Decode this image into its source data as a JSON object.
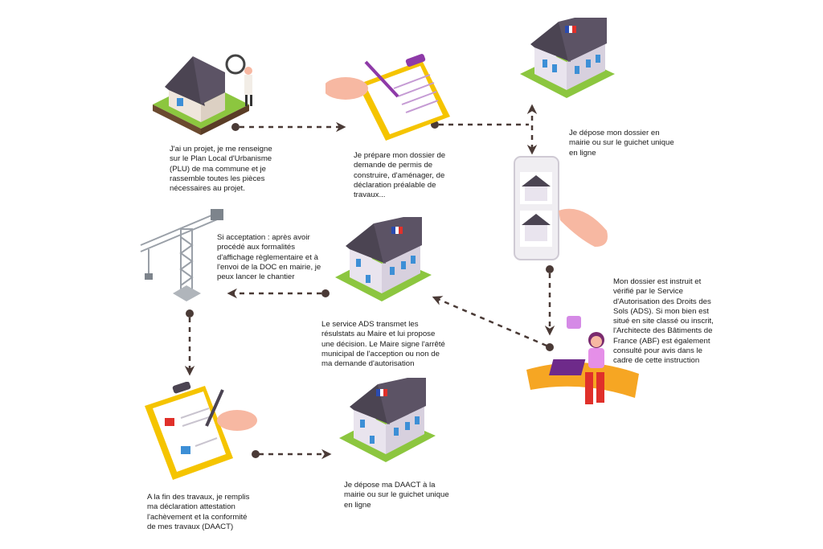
{
  "steps": [
    {
      "id": "step-1",
      "text": "J'ai un projet, je me renseigne\nsur le Plan Local d'Urbanisme\n(PLU) de ma commune et je\nrassemble toutes les pièces\nnécessaires au projet."
    },
    {
      "id": "step-2",
      "text": "Je prépare mon dossier de\ndemande de permis de\nconstruire, d'aménager, de\ndéclaration préalable de\ntravaux..."
    },
    {
      "id": "step-3",
      "text": "Je dépose mon dossier en\nmairie ou sur le guichet unique\nen ligne"
    },
    {
      "id": "step-4",
      "text": "Mon dossier est instruit et\nvérifié par le Service\nd'Autorisation des Droits des\nSols (ADS). Si mon bien est\nsitué en site classé ou inscrit,\nl'Architecte des Bâtiments de\nFrance (ABF) est également\nconsulté pour avis dans le\ncadre de cette instruction"
    },
    {
      "id": "step-5",
      "text": "Le service ADS transmet les\nrésulstats au Maire et lui propose\nune décision. Le Maire signe l'arrêté\nmunicipal de l'acception ou non de\nma demande d'autorisation"
    },
    {
      "id": "step-6",
      "text": " Si acceptation : après avoir\nprocédé aux formalités\nd'affichage règlementaire et à\nl'envoi de la DOC en mairie, je\npeux lancer le chantier"
    },
    {
      "id": "step-7",
      "text": "A la fin des travaux, je remplis\nma déclaration attestation\nl'achèvement et la conformité\nde mes travaux (DAACT)"
    },
    {
      "id": "step-8",
      "text": "Je dépose ma DAACT à la\nmairie ou sur le guichet unique\nen ligne"
    }
  ],
  "colors": {
    "arrow": "#4a3a36",
    "grass": "#8cc63f",
    "roof": "#4b4452",
    "wall": "#e9e4ee",
    "window": "#3d8fd6",
    "clipboard": "#f5c400",
    "skin": "#f7b8a2",
    "purple": "#8e3aa8",
    "orange": "#f6a623"
  }
}
